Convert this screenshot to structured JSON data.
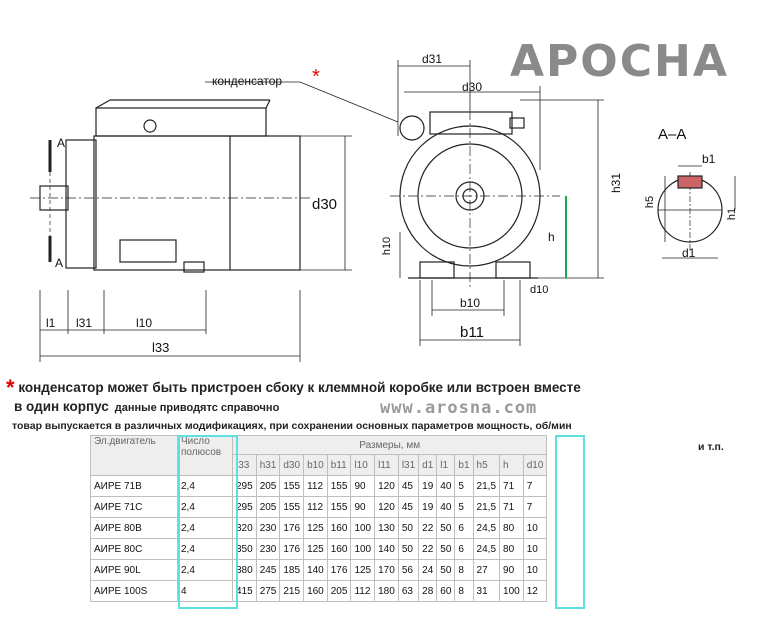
{
  "brand": "APOCHA",
  "drawing": {
    "capacitor_label": "конденсатор",
    "asterisk": "*",
    "section_title": "A–A",
    "dims": {
      "d31": "d31",
      "d30_top": "d30",
      "d30_side": "d30",
      "h31": "h31",
      "h": "h",
      "h10": "h10",
      "b10": "b10",
      "b11": "b11",
      "d10": "d10",
      "l1": "l1",
      "l31": "l31",
      "l10": "l10",
      "l33": "l33",
      "b1": "b1",
      "h5": "h5",
      "h1": "h1",
      "d1": "d1",
      "A_top": "A",
      "A_bottom": "A"
    }
  },
  "notes": {
    "line1": "конденсатор может быть пристроен сбоку к клеммной коробке или встроен вместе",
    "line2": "в один корпус",
    "line2_small": "данные приводятс справочно",
    "website": "www.arosna.com",
    "line3": "товар выпускается в различных модификациях, при сохранении основных параметров мощность, об/мин",
    "line4": "и т.п."
  },
  "table": {
    "col_motor": "Эл.двигатель",
    "col_poles": "Число полюсов",
    "col_dims": "Размеры, мм",
    "subheaders": [
      "l33",
      "h31",
      "d30",
      "b10",
      "b11",
      "l10",
      "l11",
      "l31",
      "d1",
      "l1",
      "b1",
      "h5",
      "h",
      "d10"
    ],
    "rows": [
      {
        "motor": "АИРЕ 71В",
        "poles": "2,4",
        "vals": [
          "295",
          "205",
          "155",
          "112",
          "155",
          "90",
          "120",
          "45",
          "19",
          "40",
          "5",
          "21,5",
          "71",
          "7"
        ]
      },
      {
        "motor": "АИРЕ 71С",
        "poles": "2,4",
        "vals": [
          "295",
          "205",
          "155",
          "112",
          "155",
          "90",
          "120",
          "45",
          "19",
          "40",
          "5",
          "21,5",
          "71",
          "7"
        ]
      },
      {
        "motor": "АИРЕ 80В",
        "poles": "2,4",
        "vals": [
          "320",
          "230",
          "176",
          "125",
          "160",
          "100",
          "130",
          "50",
          "22",
          "50",
          "6",
          "24,5",
          "80",
          "10"
        ]
      },
      {
        "motor": "АИРЕ 80С",
        "poles": "2,4",
        "vals": [
          "350",
          "230",
          "176",
          "125",
          "160",
          "100",
          "140",
          "50",
          "22",
          "50",
          "6",
          "24,5",
          "80",
          "10"
        ]
      },
      {
        "motor": "АИРЕ 90L",
        "poles": "2,4",
        "vals": [
          "380",
          "245",
          "185",
          "140",
          "176",
          "125",
          "170",
          "56",
          "24",
          "50",
          "8",
          "27",
          "90",
          "10"
        ]
      },
      {
        "motor": "АИРЕ 100S",
        "poles": "4",
        "vals": [
          "415",
          "275",
          "215",
          "160",
          "205",
          "112",
          "180",
          "63",
          "28",
          "60",
          "8",
          "31",
          "100",
          "12"
        ]
      }
    ]
  },
  "colors": {
    "highlight": "#5fe0e0",
    "asterisk": "#e00000",
    "logo": "#8a8a8a"
  }
}
